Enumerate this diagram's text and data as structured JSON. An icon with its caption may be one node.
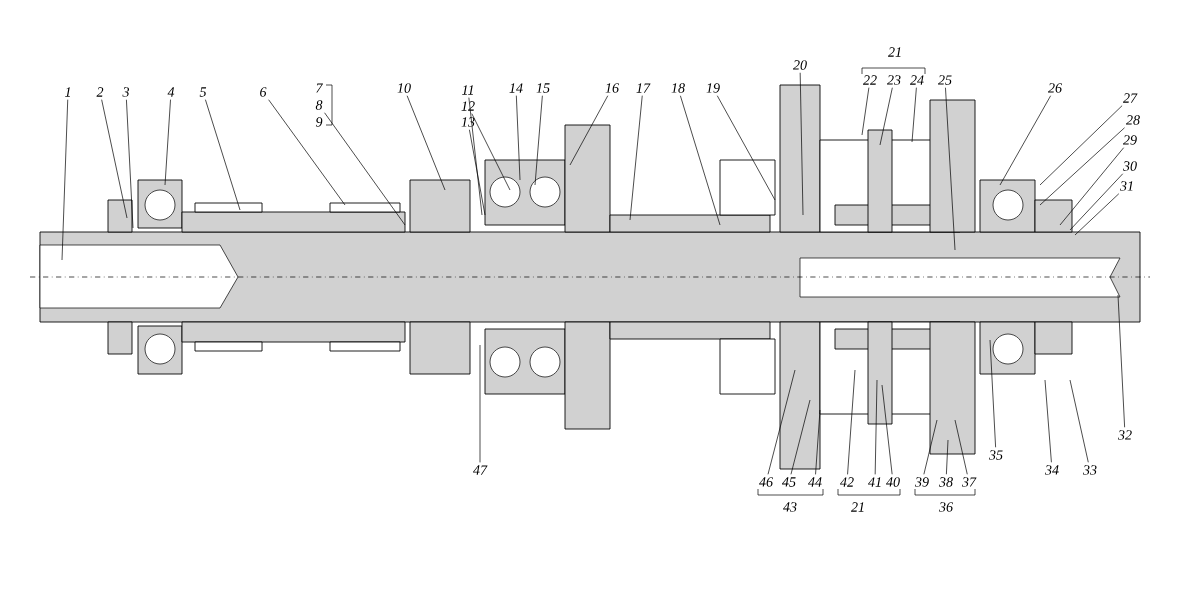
{
  "diagram": {
    "nodes": [
      {
        "text": [
          "1"
        ]
      },
      {
        "text": [
          "2"
        ]
      },
      {
        "text": [
          "3"
        ]
      },
      {
        "text": [
          "4"
        ]
      },
      {
        "text": [
          "5"
        ]
      },
      {
        "text": [
          "6"
        ]
      },
      {
        "text": [
          "7"
        ]
      },
      {
        "text": [
          "8"
        ]
      },
      {
        "text": [
          "9"
        ]
      },
      {
        "text": [
          "10"
        ]
      },
      {
        "text": [
          "11"
        ]
      },
      {
        "text": [
          "12"
        ]
      },
      {
        "text": [
          "13"
        ]
      },
      {
        "text": [
          "14"
        ]
      },
      {
        "text": [
          "15"
        ]
      },
      {
        "text": [
          "16"
        ]
      },
      {
        "text": [
          "17"
        ]
      },
      {
        "text": [
          "18"
        ]
      },
      {
        "text": [
          "19"
        ]
      },
      {
        "text": [
          "20"
        ]
      },
      {
        "text": [
          "22"
        ]
      },
      {
        "text": [
          "23"
        ]
      },
      {
        "text": [
          "24"
        ]
      },
      {
        "text": [
          "25"
        ]
      },
      {
        "text": [
          "26"
        ]
      },
      {
        "text": [
          "27"
        ]
      },
      {
        "text": [
          "28"
        ]
      },
      {
        "text": [
          "29"
        ]
      },
      {
        "text": [
          "30"
        ]
      },
      {
        "text": [
          "31"
        ]
      },
      {
        "text": [
          "32"
        ]
      },
      {
        "text": [
          "33"
        ]
      },
      {
        "text": [
          "34"
        ]
      },
      {
        "text": [
          "35"
        ]
      },
      {
        "text": [
          "37"
        ]
      },
      {
        "text": [
          "38"
        ]
      },
      {
        "text": [
          "39"
        ]
      },
      {
        "text": [
          "40"
        ]
      },
      {
        "text": [
          "41"
        ]
      },
      {
        "text": [
          "42"
        ]
      },
      {
        "text": [
          "44"
        ]
      },
      {
        "text": [
          "45"
        ]
      },
      {
        "text": [
          "46"
        ]
      },
      {
        "text": [
          "47"
        ]
      }
    ],
    "edges": [
      {
        "from": 0,
        "to": null,
        "arrow": "none"
      },
      {
        "from": 1,
        "to": null,
        "arrow": "none"
      },
      {
        "from": 2,
        "to": null,
        "arrow": "none"
      },
      {
        "from": 3,
        "to": null,
        "arrow": "none"
      },
      {
        "from": 4,
        "to": null,
        "arrow": "none"
      },
      {
        "from": 5,
        "to": null,
        "arrow": "none"
      },
      {
        "from": 7,
        "to": null,
        "arrow": "none"
      },
      {
        "from": 9,
        "to": null,
        "arrow": "none"
      },
      {
        "from": 10,
        "to": null,
        "arrow": "none"
      },
      {
        "from": 11,
        "to": null,
        "arrow": "none"
      },
      {
        "from": 12,
        "to": null,
        "arrow": "none"
      },
      {
        "from": 13,
        "to": null,
        "arrow": "none"
      },
      {
        "from": 14,
        "to": null,
        "arrow": "none"
      },
      {
        "from": 15,
        "to": null,
        "arrow": "none"
      },
      {
        "from": 16,
        "to": null,
        "arrow": "none"
      },
      {
        "from": 17,
        "to": null,
        "arrow": "none"
      },
      {
        "from": 18,
        "to": null,
        "arrow": "none"
      },
      {
        "from": 19,
        "to": null,
        "arrow": "none"
      },
      {
        "from": 20,
        "to": null,
        "arrow": "none"
      },
      {
        "from": 21,
        "to": null,
        "arrow": "none"
      },
      {
        "from": 22,
        "to": null,
        "arrow": "none"
      },
      {
        "from": 23,
        "to": null,
        "arrow": "none"
      },
      {
        "from": 24,
        "to": null,
        "arrow": "none"
      },
      {
        "from": 25,
        "to": null,
        "arrow": "none"
      },
      {
        "from": 26,
        "to": null,
        "arrow": "none"
      },
      {
        "from": 27,
        "to": null,
        "arrow": "none"
      },
      {
        "from": 28,
        "to": null,
        "arrow": "none"
      },
      {
        "from": 29,
        "to": null,
        "arrow": "none"
      },
      {
        "from": 30,
        "to": null,
        "arrow": "none"
      },
      {
        "from": 31,
        "to": null,
        "arrow": "none"
      },
      {
        "from": 32,
        "to": null,
        "arrow": "none"
      },
      {
        "from": 33,
        "to": null,
        "arrow": "none"
      },
      {
        "from": 34,
        "to": null,
        "arrow": "none"
      },
      {
        "from": 35,
        "to": null,
        "arrow": "none"
      },
      {
        "from": 36,
        "to": null,
        "arrow": "none"
      },
      {
        "from": 37,
        "to": null,
        "arrow": "none"
      },
      {
        "from": 38,
        "to": null,
        "arrow": "none"
      },
      {
        "from": 39,
        "to": null,
        "arrow": "none"
      },
      {
        "from": 40,
        "to": null,
        "arrow": "none"
      },
      {
        "from": 41,
        "to": null,
        "arrow": "none"
      },
      {
        "from": 42,
        "to": null,
        "arrow": "none"
      },
      {
        "from": 43,
        "to": null,
        "arrow": "none"
      }
    ],
    "labels": [
      "21",
      "43",
      "21",
      "36"
    ]
  }
}
